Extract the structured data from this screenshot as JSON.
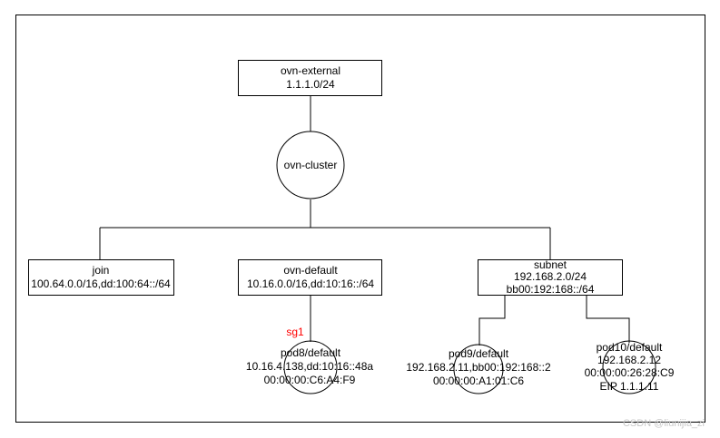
{
  "nodes": {
    "ovn_external": {
      "line1": "ovn-external",
      "line2": "1.1.1.0/24"
    },
    "ovn_cluster": {
      "label": "ovn-cluster"
    },
    "join": {
      "line1": "join",
      "line2": "100.64.0.0/16,dd:100:64::/64"
    },
    "ovn_default": {
      "line1": "ovn-default",
      "line2": "10.16.0.0/16,dd:10:16::/64"
    },
    "subnet": {
      "line1": "subnet",
      "line2": "192.168.2.0/24",
      "line3": "bb00:192:168::/64"
    },
    "pod8": {
      "line1": "pod8/default",
      "line2": "10.16.4.138,dd:10:16::48a",
      "line3": "00:00:00:C6:A4:F9"
    },
    "pod9": {
      "line1": "pod9/default",
      "line2": "192.168.2.11,bb00:192:168::2",
      "line3": "00:00:00:A1:01:C6"
    },
    "pod10": {
      "line1": "pod10/default",
      "line2": "192.168.2.12",
      "line3": "00:00:00:26:28:C9",
      "line4": "EIP 1.1.1.11"
    }
  },
  "annotations": {
    "security_group": "sg1"
  },
  "watermark": "CSDN @liunijia_zi",
  "colors": {
    "stroke": "#000000",
    "fill": "#ffffff",
    "annotation": "#ff0000",
    "watermark": "#c8c8c8"
  }
}
